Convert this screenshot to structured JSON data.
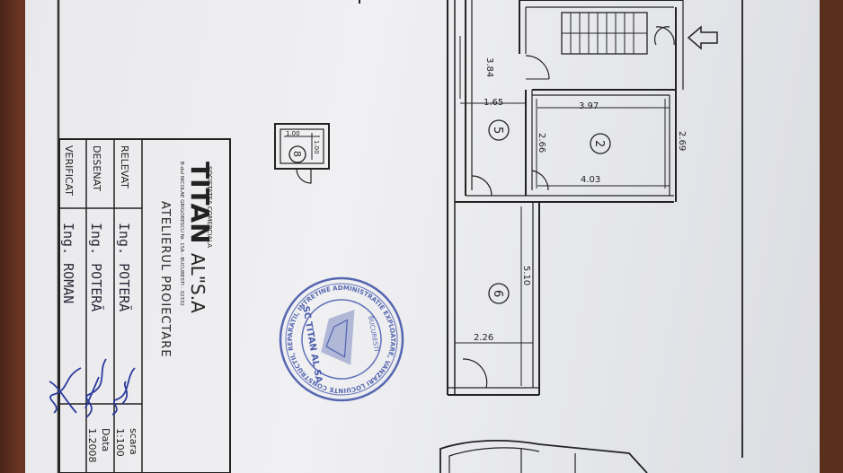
{
  "title_block": {
    "company_small": "SOCIETATEA COMERCIALA",
    "company_name": "TITAN",
    "company_suffix": "AL\"S.A",
    "address": "B-dul NICOLAE GRIGORESCU Nr. 15A - BUCURESTI - 32332",
    "department": "ATELIERUL PROIECTARE",
    "rows": [
      {
        "role": "RELEVAT",
        "name": "Ing. POTERĂ"
      },
      {
        "role": "DESENAT",
        "name": "Ing. POTERĂ"
      },
      {
        "role": "VERIFICAT",
        "name": "Ing. ROMAN"
      }
    ],
    "right_col": {
      "scale_label": "scara",
      "scale_value": "1:100",
      "date_label": "Data",
      "date_value": "1.2008"
    }
  },
  "stamp": {
    "outer_text": "ADMINISTRATIE EXPLOATARE, VANZARI LOCUINTE CONSTRUCTII, REPARATII, INTRETINERE",
    "center_text": "SC TITAN AL SA",
    "city": "BUCURESTI"
  },
  "plan": {
    "dimensions": {
      "d_386": "3.84",
      "d_165": "1.65",
      "d_397": "3.97",
      "d_266": "2.66",
      "d_269": "2.69",
      "d_403": "4.03",
      "d_510": "5.10",
      "d_226": "2.26",
      "d_100a": "1.00",
      "d_100b": "1.00"
    },
    "rooms": [
      "5",
      "2",
      "6",
      "8"
    ]
  },
  "colors": {
    "ink": "#222222",
    "stamp": "#3b4fa6",
    "paper": "#eeeef0",
    "background": "#5a2e1c"
  }
}
